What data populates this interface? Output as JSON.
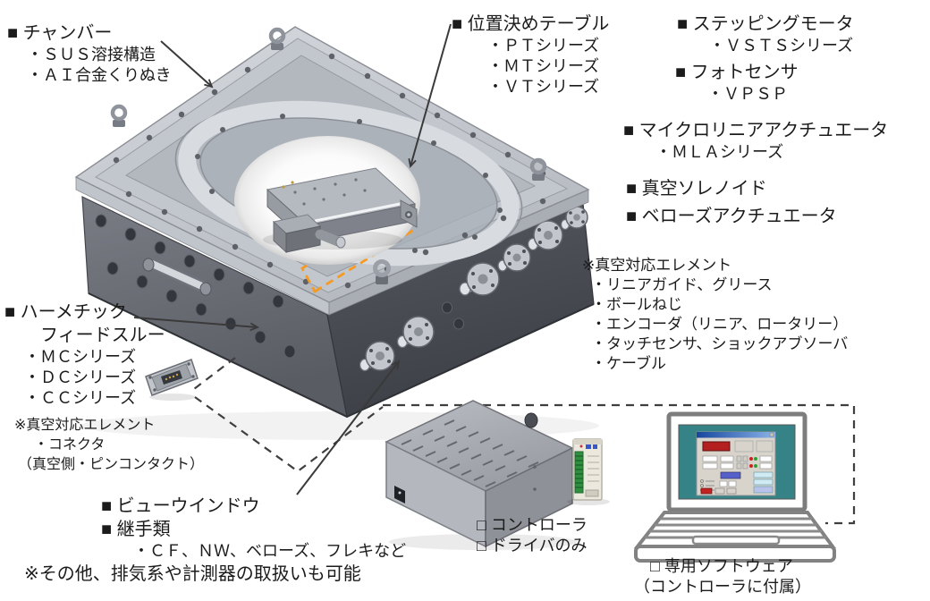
{
  "colors": {
    "background": "#FFFFFF",
    "text": "#1B1B1B",
    "highlight_orange": "#F59A23",
    "laptop_screen_teal": "#368387",
    "driver_terminal_green": "#2F8F3F",
    "chamber_gray": "#6E7178"
  },
  "annotations": {
    "chamber": {
      "title": "■ チャンバー",
      "bullets": [
        "・ＳＵＳ溶接構造",
        "・ＡＩ合金くりぬき"
      ]
    },
    "positioning_table": {
      "title": "■ 位置決めテーブル",
      "bullets": [
        "・ＰＴシリーズ",
        "・ＭＴシリーズ",
        "・ＶＴシリーズ"
      ]
    },
    "stepping_motor": {
      "title": "■ ステッピングモータ",
      "bullets": [
        "・ＶＳＴＳシリーズ"
      ]
    },
    "photo_sensor": {
      "title": "■ フォトセンサ",
      "bullets": [
        "・ＶＰＳＰ"
      ]
    },
    "micro_linear_actuator": {
      "title": "■ マイクロリニアアクチュエータ",
      "bullets": [
        "・ＭＬＡシリーズ"
      ]
    },
    "vacuum_solenoid": {
      "title": "■ 真空ソレノイド"
    },
    "bellows_actuator": {
      "title": "■ ベローズアクチュエータ"
    },
    "vacuum_elements_right": {
      "title": "※真空対応エレメント",
      "bullets": [
        "・リニアガイド、グリース",
        "・ボールねじ",
        "・エンコーダ（リニア、ロータリー）",
        "・タッチセンサ、ショックアブソーバ",
        "・ケーブル"
      ]
    },
    "hermetic_feedthrough": {
      "title_line1": "■ ハーメチック",
      "title_line2": "フィードスルー",
      "bullets": [
        "・ＭＣシリーズ",
        "・ＤＣシリーズ",
        "・ＣＣシリーズ"
      ]
    },
    "vacuum_elements_left": {
      "title": "※真空対応エレメント",
      "bullets": [
        "・コネクタ",
        "（真空側・ピンコンタクト）"
      ]
    },
    "view_window": {
      "title": "■ ビューウインドウ"
    },
    "fittings": {
      "title": "■ 継手類",
      "bullets": [
        "・ＣＦ、ＮＷ、ベローズ、フレキなど"
      ]
    },
    "note_other": {
      "text": "※その他、排気系や計測器の取扱いも可能"
    },
    "controller": {
      "lines": [
        "□ コントローラ",
        "□ ドライバのみ"
      ]
    },
    "software": {
      "lines": [
        "□ 専用ソフトウェア",
        "（コントローラに付属）"
      ]
    }
  }
}
